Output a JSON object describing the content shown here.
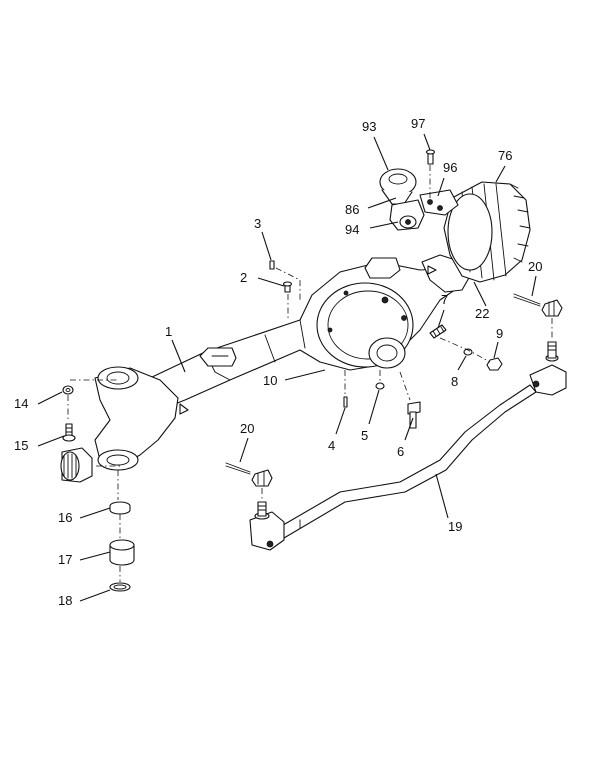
{
  "callouts": [
    {
      "id": "c1",
      "text": "1"
    },
    {
      "id": "c2",
      "text": "2"
    },
    {
      "id": "c3",
      "text": "3"
    },
    {
      "id": "c4",
      "text": "4"
    },
    {
      "id": "c5",
      "text": "5"
    },
    {
      "id": "c6",
      "text": "6"
    },
    {
      "id": "c7",
      "text": "7"
    },
    {
      "id": "c8",
      "text": "8"
    },
    {
      "id": "c9",
      "text": "9"
    },
    {
      "id": "c10",
      "text": "10"
    },
    {
      "id": "c14",
      "text": "14"
    },
    {
      "id": "c15",
      "text": "15"
    },
    {
      "id": "c16",
      "text": "16"
    },
    {
      "id": "c17",
      "text": "17"
    },
    {
      "id": "c18",
      "text": "18"
    },
    {
      "id": "c19",
      "text": "19"
    },
    {
      "id": "c20a",
      "text": "20"
    },
    {
      "id": "c20b",
      "text": "20"
    },
    {
      "id": "c22",
      "text": "22"
    },
    {
      "id": "c76",
      "text": "76"
    },
    {
      "id": "c86",
      "text": "86"
    },
    {
      "id": "c93",
      "text": "93"
    },
    {
      "id": "c94",
      "text": "94"
    },
    {
      "id": "c96",
      "text": "96"
    },
    {
      "id": "c97",
      "text": "97"
    }
  ]
}
